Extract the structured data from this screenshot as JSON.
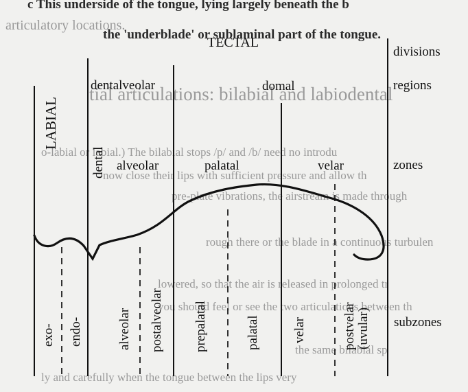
{
  "header_text": {
    "line1": "c This underside of the tongue, lying largely beneath the b",
    "line2": "the 'underblade' or sublaminal part of the tongue."
  },
  "show_through_text": [
    "articulatory locations.",
    "tial articulations: bilabial and labiodental",
    "o-labial or labial.) The bilabial stops /p/ and /b/ need no introdu",
    "now close their lips with sufficient pressure and allow th",
    "pre-plate vibrations, the airstream is made through",
    "rough there or the blade in a continuous turbulen",
    "lowered, so that the air is released in prolonged tr",
    "you should feel or see the two articulations between th",
    "the same bilabial sp",
    "ly and carefully when the tongue between the lips very"
  ],
  "regions": {
    "tectal": "TECTAL",
    "labial": "LABIAL",
    "dentalveolar": "dentalveolar",
    "domal": "domal"
  },
  "zones": {
    "dental": "dental",
    "alveolar": "alveolar",
    "palatal": "palatal",
    "velar": "velar"
  },
  "subzones": {
    "exo": "exo-",
    "endo": "endo-",
    "alveolar": "alveolar",
    "postalveolar": "postalveolar",
    "prepalatal": "prepalatal",
    "palatal": "palatal",
    "velar": "velar",
    "postvelar_line1": "postvelar",
    "postvelar_line2": "(uvular)"
  },
  "legend": {
    "divisions": "divisions",
    "regions": "regions",
    "zones": "zones",
    "subzones": "subzones"
  }
}
